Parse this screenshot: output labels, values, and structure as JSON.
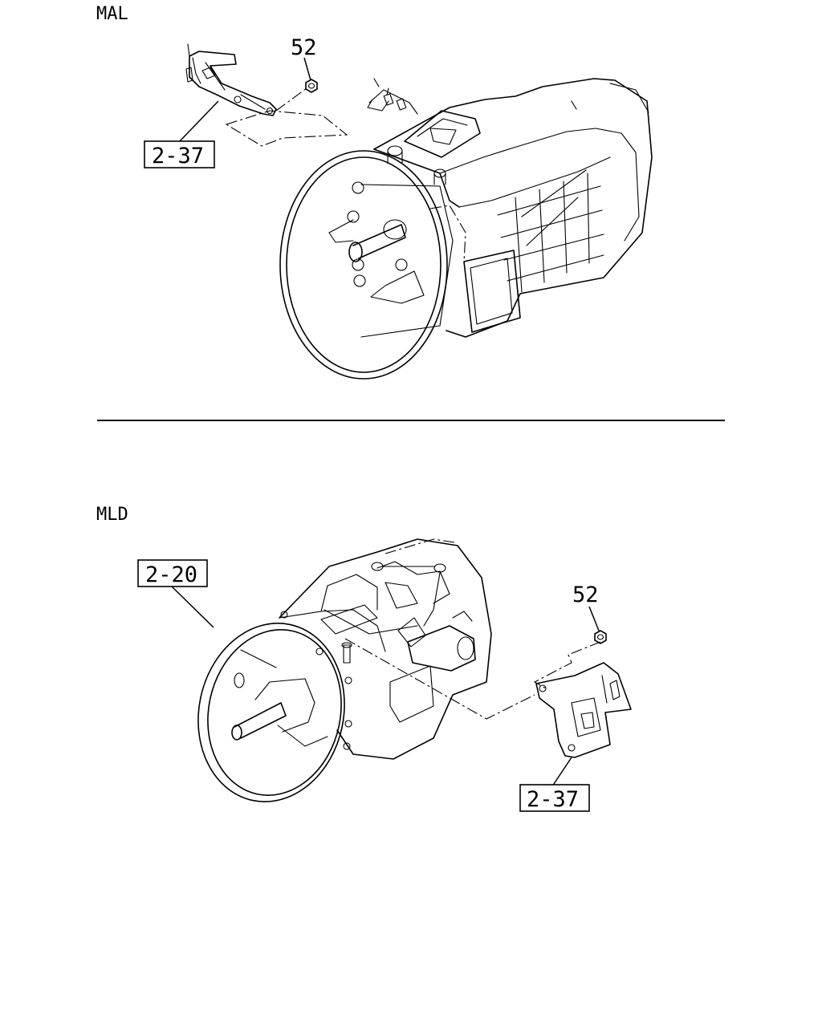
{
  "sections": [
    {
      "variant": "MAL",
      "callouts": {
        "nut_part_no": "52",
        "bracket_ref": "2-37"
      }
    },
    {
      "variant": "MLD",
      "callouts": {
        "transmission_ref": "2-20",
        "nut_part_no": "52",
        "bracket_ref": "2-37"
      }
    }
  ]
}
